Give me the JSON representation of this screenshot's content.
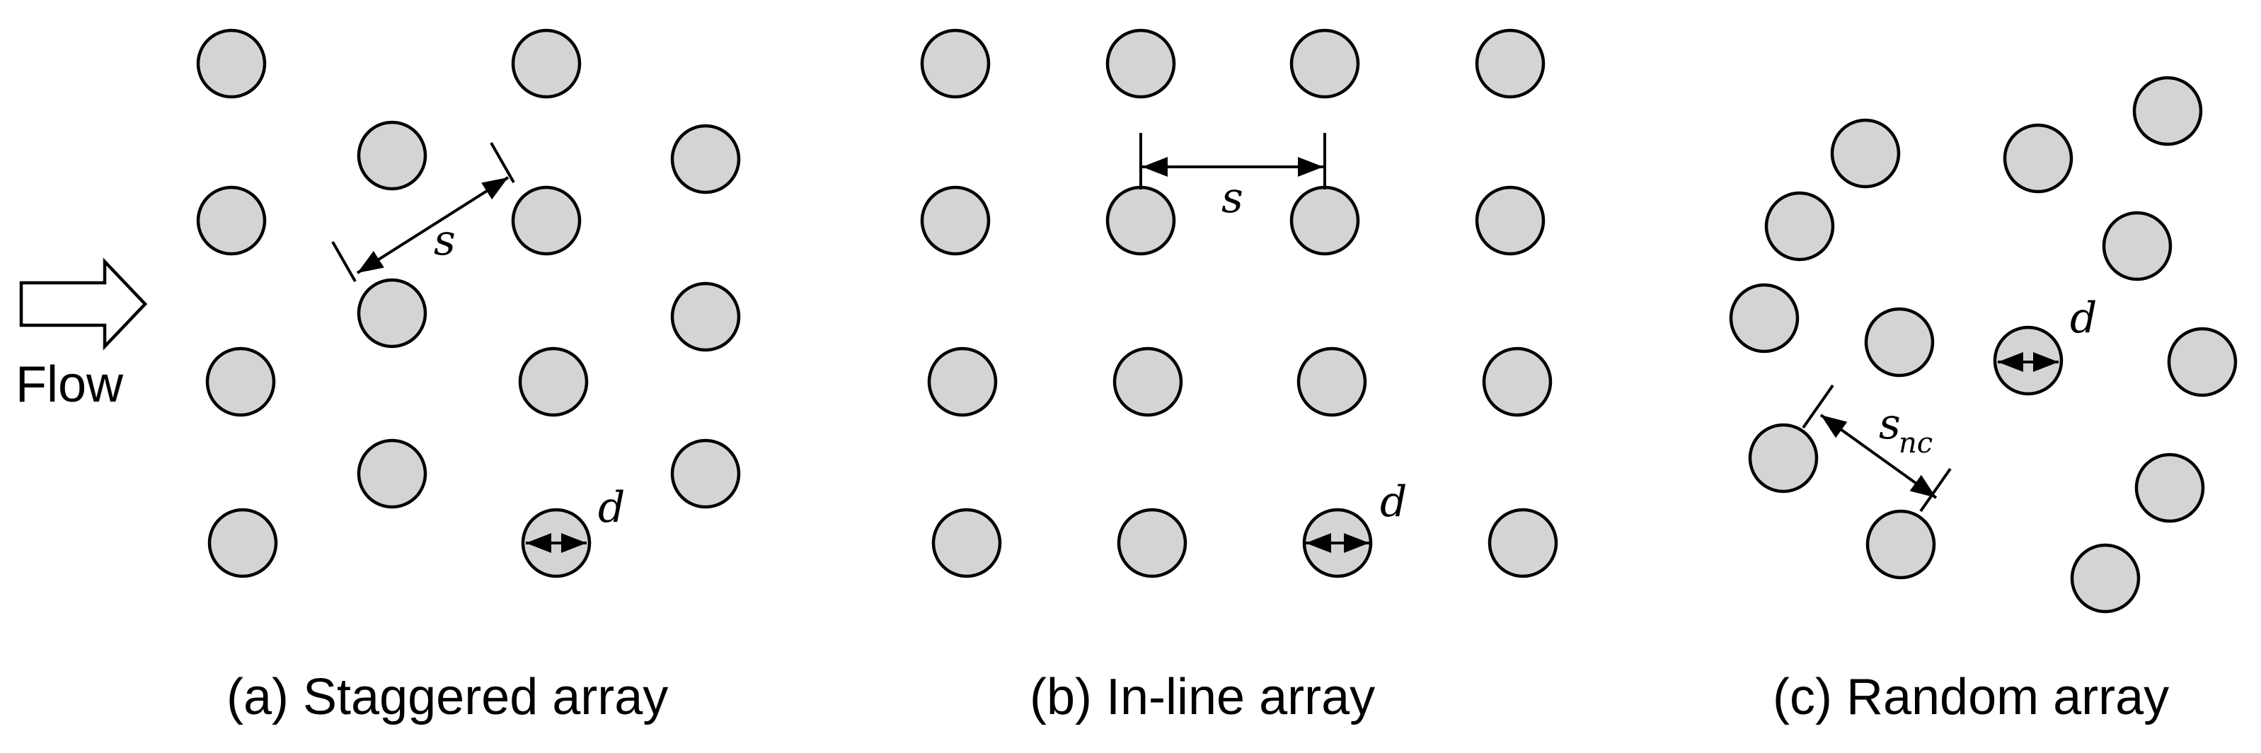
{
  "flow": {
    "label": "Flow"
  },
  "panels": [
    {
      "id": "staggered",
      "caption": "(a) Staggered array",
      "spacing_label": "s",
      "diameter_label": "d"
    },
    {
      "id": "inline",
      "caption": "(b) In-line array",
      "spacing_label": "s",
      "diameter_label": "d"
    },
    {
      "id": "random",
      "caption": "(c) Random array",
      "spacing_label": "s",
      "spacing_subscript": "nc",
      "diameter_label": "d"
    }
  ],
  "colors": {
    "cylinder_fill": "#d4d4d4",
    "stroke": "#000000",
    "background": "#ffffff"
  }
}
